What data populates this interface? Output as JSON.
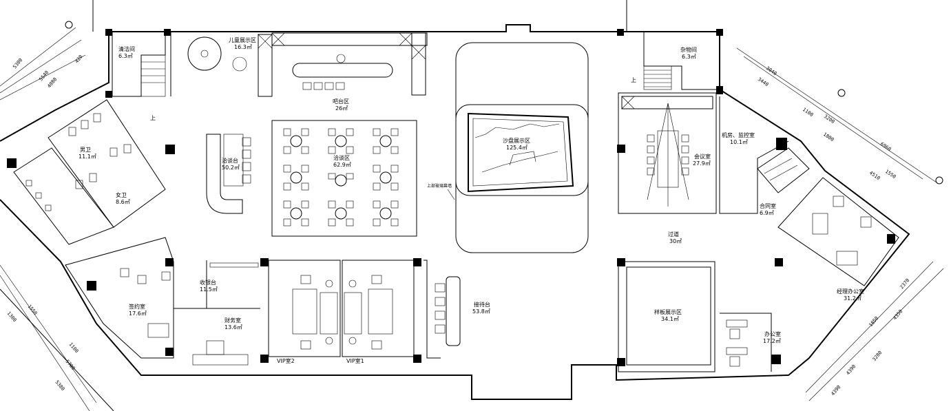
{
  "rooms": {
    "cleaning": {
      "name": "清洁间",
      "area": "6.3㎡"
    },
    "kids": {
      "name": "儿童展示区",
      "area": "16.3㎡"
    },
    "bar": {
      "name": "吧台区",
      "area": "26㎡"
    },
    "sand_table": {
      "name": "沙盘展示区",
      "area": "125.4㎡"
    },
    "storage": {
      "name": "杂物间",
      "area": "6.3㎡"
    },
    "mens_wc": {
      "name": "男卫",
      "area": "11.1㎡"
    },
    "womens_wc": {
      "name": "女卫",
      "area": "8.6㎡"
    },
    "negotiation": {
      "name": "洽谈区",
      "area": "62.9㎡"
    },
    "reception": {
      "name": "洽谈台",
      "area": "50.2㎡"
    },
    "meeting": {
      "name": "会议室",
      "area": "27.9㎡"
    },
    "machine": {
      "name": "机房、监控室",
      "area": "10.1㎡"
    },
    "contract": {
      "name": "合同室",
      "area": "6.9㎡"
    },
    "corridor": {
      "name": "过道",
      "area": "30㎡"
    },
    "gm_office": {
      "name": "经理办公室",
      "area": "31.2㎡"
    },
    "signing": {
      "name": "签约室",
      "area": "17.6㎡"
    },
    "cashier": {
      "name": "收银台",
      "area": "11.5㎡"
    },
    "finance": {
      "name": "财务室",
      "area": "13.6㎡"
    },
    "vip2": {
      "name": "VIP室2"
    },
    "vip1": {
      "name": "VIP室1"
    },
    "reception_desk": {
      "name": "接待台",
      "area": "53.8㎡"
    },
    "model_show": {
      "name": "样板展示区",
      "area": "34.1㎡"
    },
    "office": {
      "name": "办公室",
      "area": "17.2㎡"
    }
  },
  "annotations": {
    "up_left": "上",
    "up_right": "上",
    "elevator": "上部玻璃幕墙"
  },
  "dimensions": {
    "left_top": [
      "5300",
      "5540",
      "4080",
      "420"
    ],
    "left_bottom": [
      "1300",
      "1550",
      "5700",
      "1100",
      "5380"
    ],
    "right_top": [
      "3040",
      "3440",
      "3200",
      "1100",
      "1800",
      "6960",
      "4510",
      "1550"
    ],
    "right_bottom": [
      "2370",
      "1850",
      "4350",
      "3280",
      "4390",
      "4390"
    ]
  }
}
